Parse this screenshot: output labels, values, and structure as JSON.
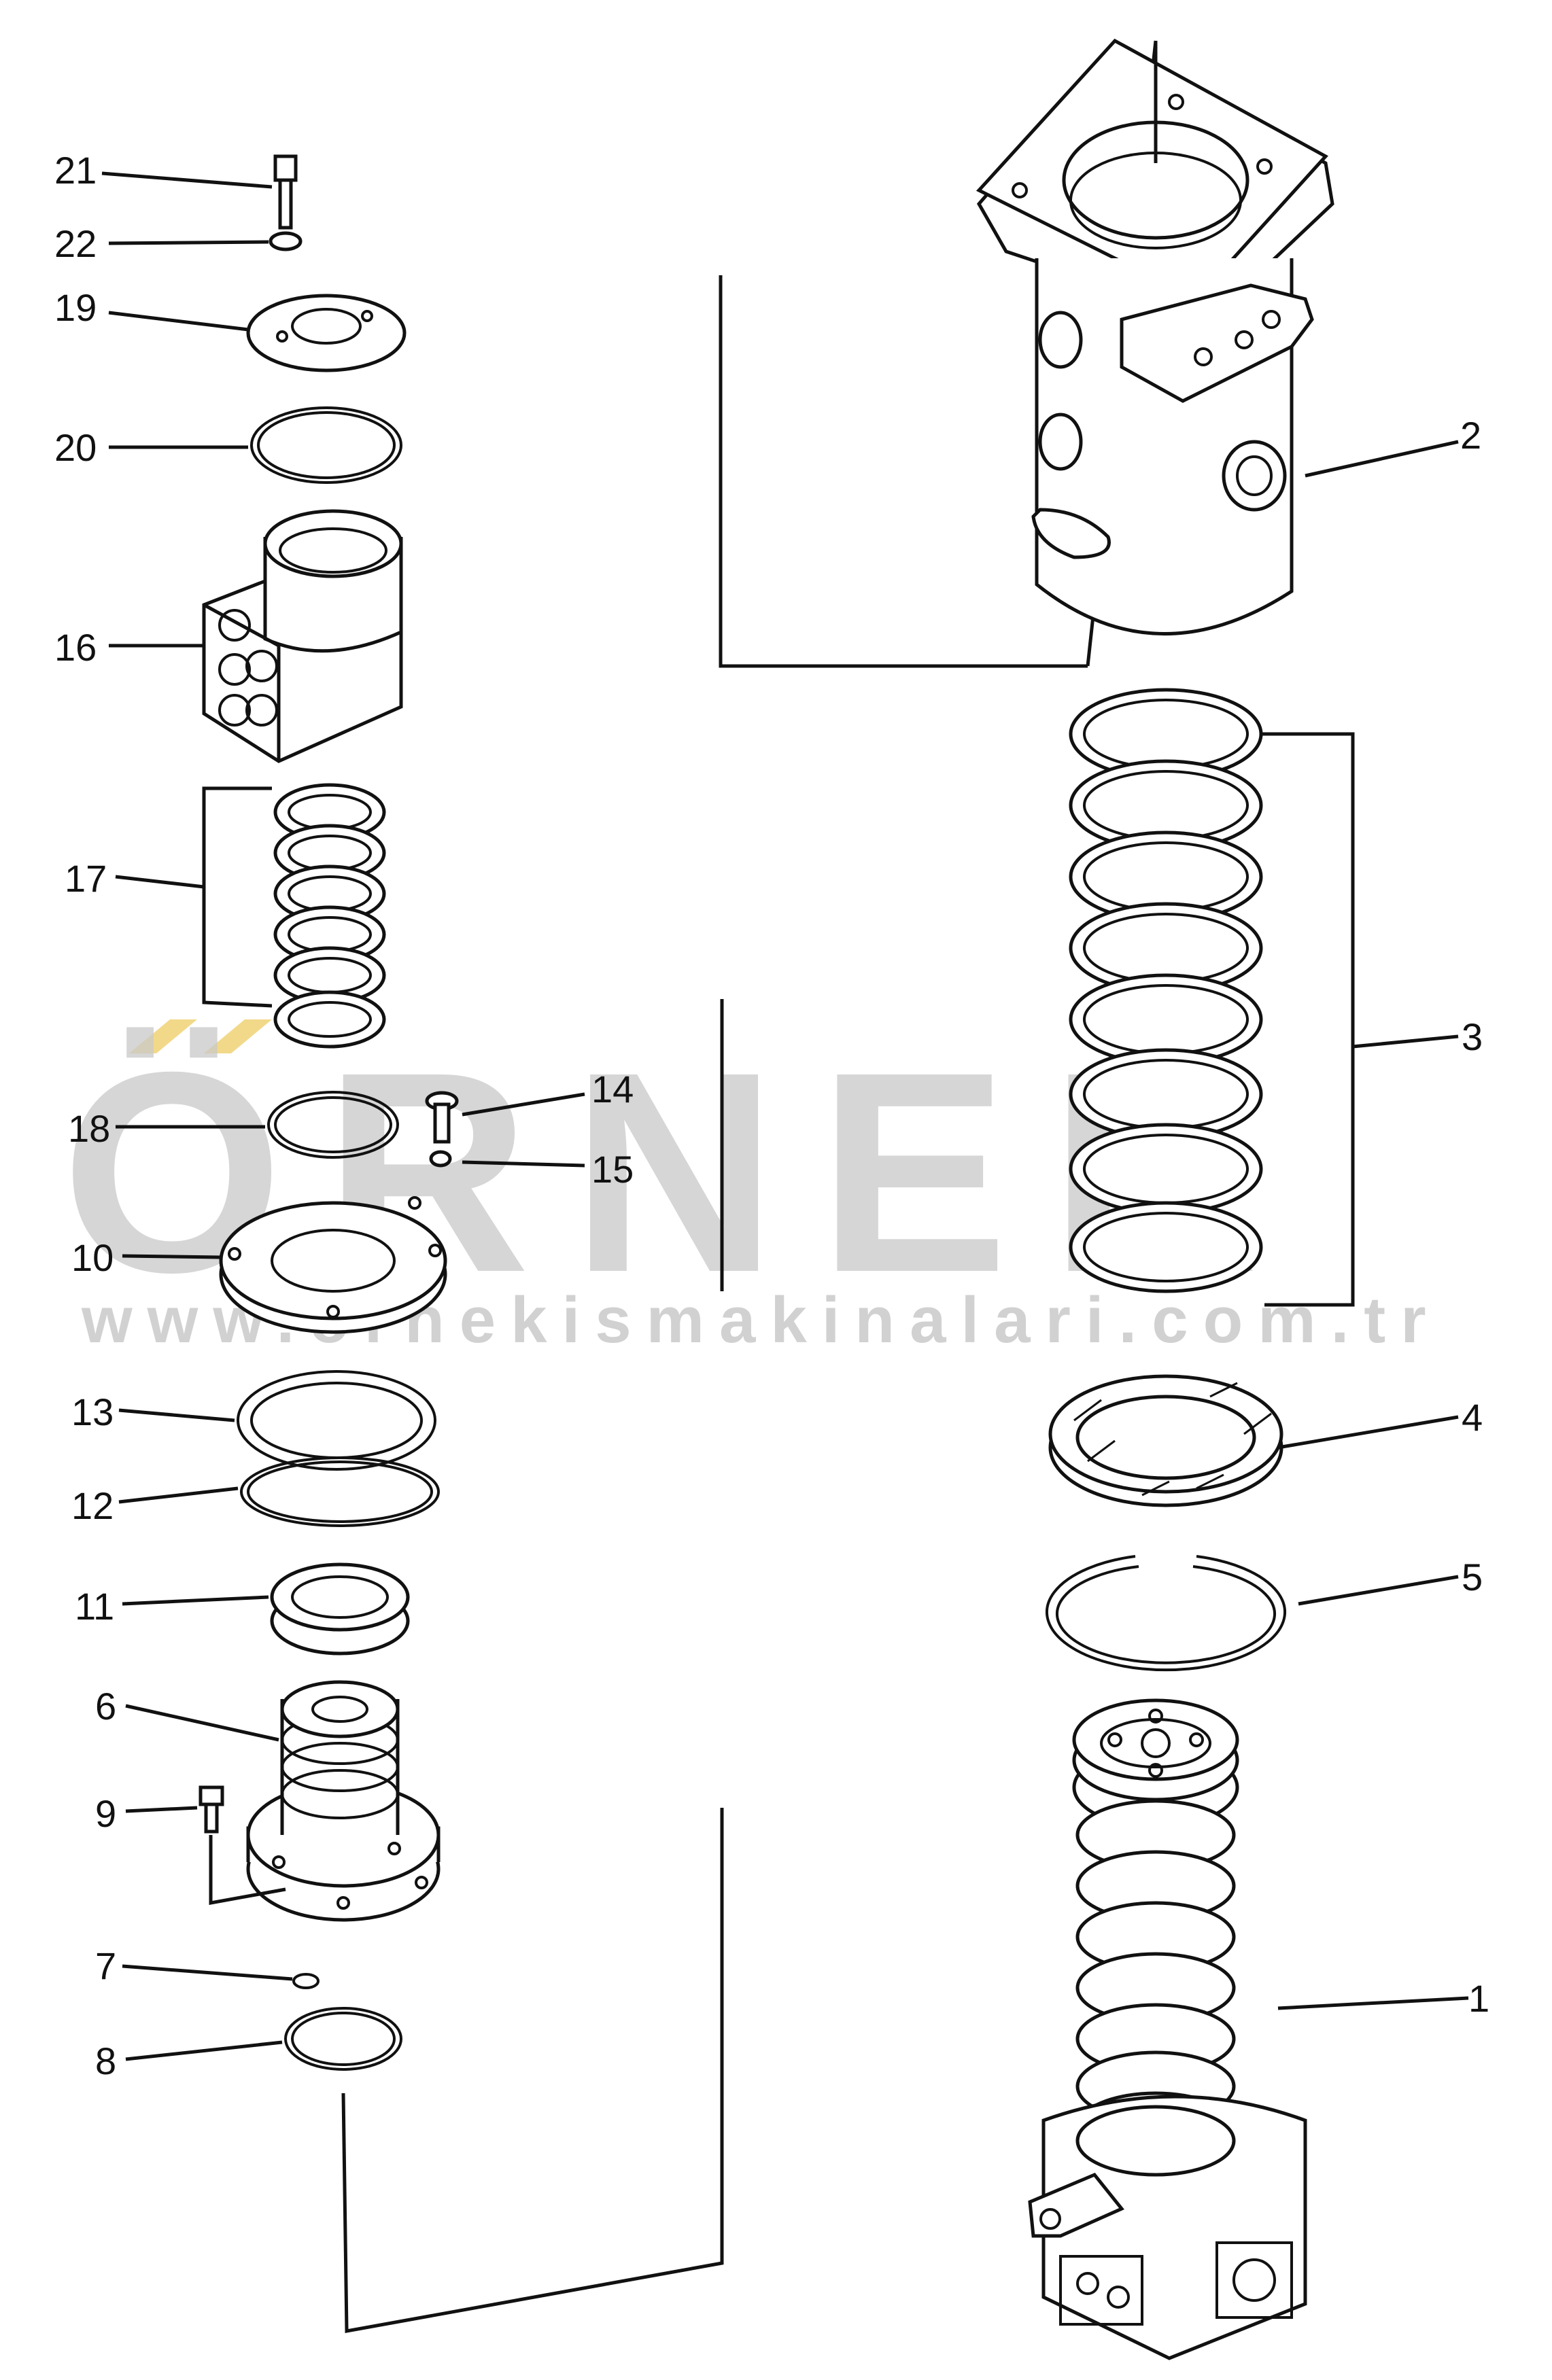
{
  "diagram": {
    "watermark": {
      "brand": "ÖRNEK",
      "url": "www.ornekismakinalari.com.tr",
      "color": "#c9c9c9",
      "accent": "#f2d98a"
    },
    "callouts": [
      {
        "id": "c1",
        "text": "1"
      },
      {
        "id": "c2",
        "text": "2"
      },
      {
        "id": "c3",
        "text": "3"
      },
      {
        "id": "c4",
        "text": "4"
      },
      {
        "id": "c5",
        "text": "5"
      },
      {
        "id": "c6",
        "text": "6"
      },
      {
        "id": "c7",
        "text": "7"
      },
      {
        "id": "c8",
        "text": "8"
      },
      {
        "id": "c9",
        "text": "9"
      },
      {
        "id": "c10",
        "text": "10"
      },
      {
        "id": "c11",
        "text": "11"
      },
      {
        "id": "c12",
        "text": "12"
      },
      {
        "id": "c13",
        "text": "13"
      },
      {
        "id": "c14",
        "text": "14"
      },
      {
        "id": "c15",
        "text": "15"
      },
      {
        "id": "c16",
        "text": "16"
      },
      {
        "id": "c17",
        "text": "17"
      },
      {
        "id": "c18",
        "text": "18"
      },
      {
        "id": "c19",
        "text": "19"
      },
      {
        "id": "c20",
        "text": "20"
      },
      {
        "id": "c21",
        "text": "21"
      },
      {
        "id": "c22",
        "text": "22"
      }
    ]
  }
}
